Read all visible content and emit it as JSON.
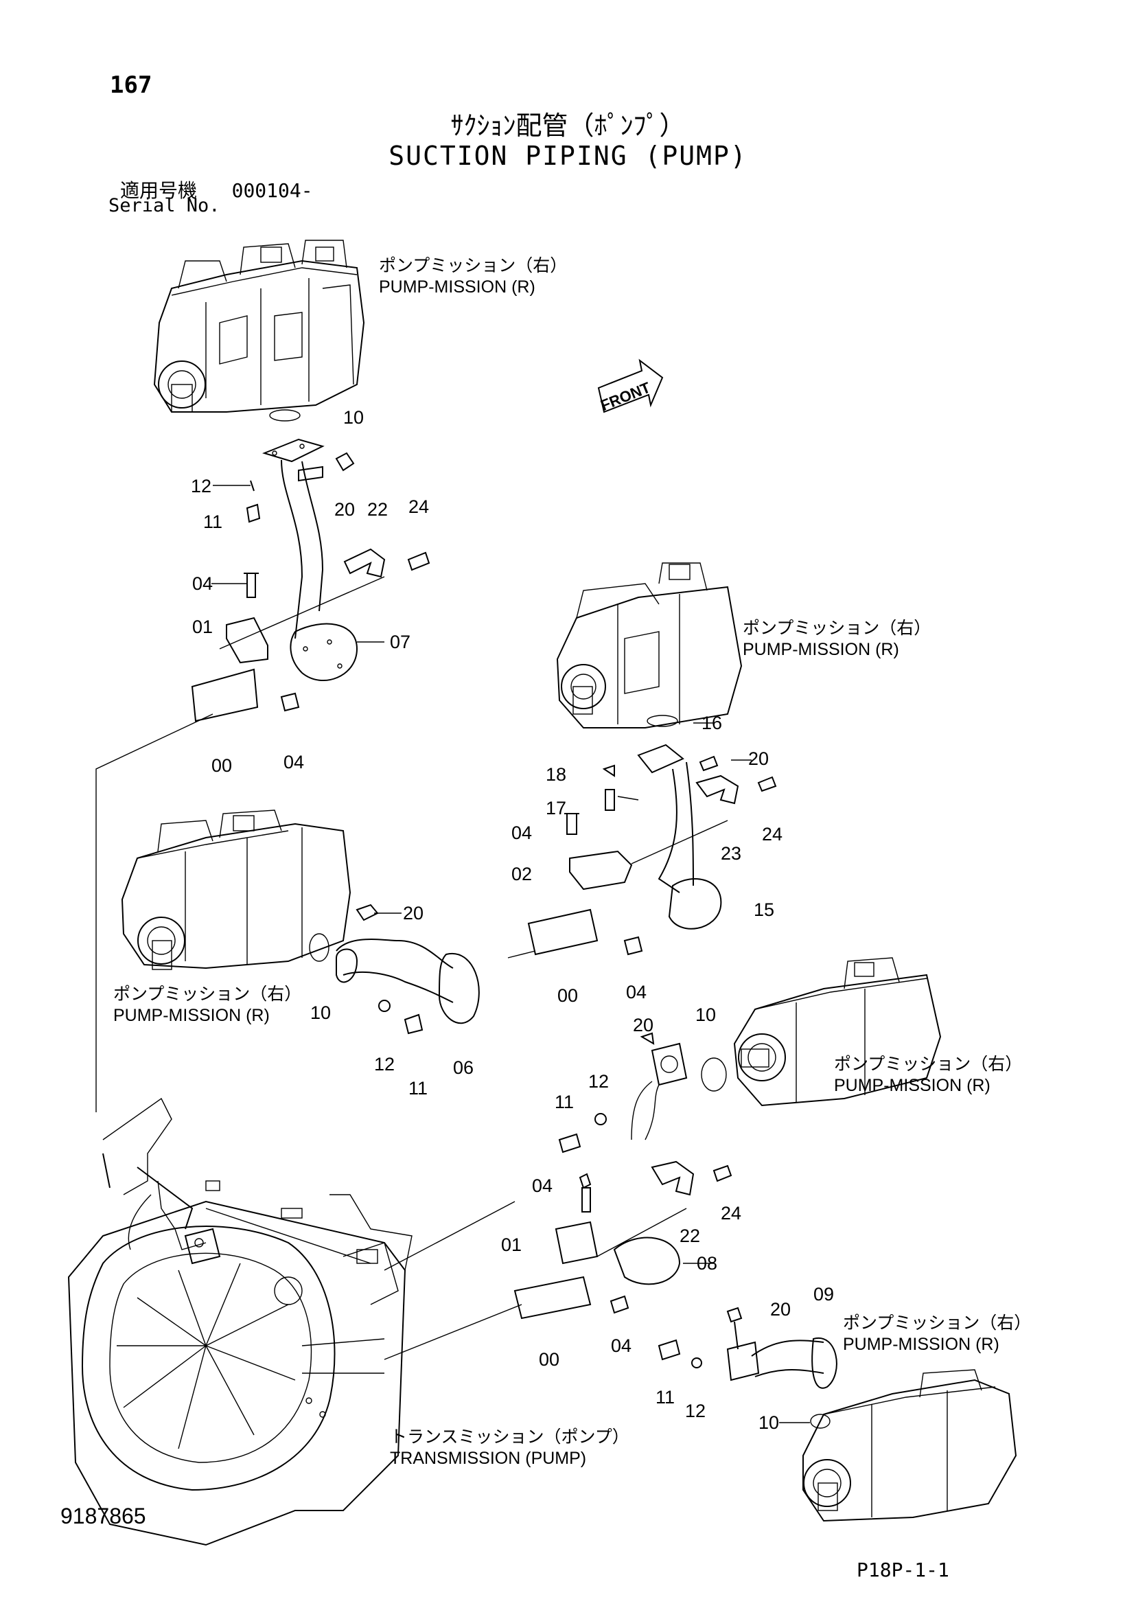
{
  "header": {
    "page_number": "167",
    "title_jp": "ｻｸｼｮﾝ配管（ﾎﾟﾝﾌﾟ）",
    "title_en": "SUCTION PIPING (PUMP)",
    "serial_label_jp": "適用号機",
    "serial_value": "000104-",
    "serial_label_en": "Serial No."
  },
  "footer": {
    "drawing_number": "9187865",
    "sheet_code": "P18P-1-1"
  },
  "front_marker": "FRONT",
  "captions": {
    "pump_mission_jp": "ポンプミッション（右）",
    "pump_mission_en": "PUMP-MISSION (R)",
    "transmission_jp": "トランスミッション（ポンプ）",
    "transmission_en": "TRANSMISSION (PUMP)"
  },
  "callouts": [
    {
      "label": "10"
    },
    {
      "label": "12"
    },
    {
      "label": "11"
    },
    {
      "label": "20"
    },
    {
      "label": "22"
    },
    {
      "label": "24"
    },
    {
      "label": "04"
    },
    {
      "label": "01"
    },
    {
      "label": "07"
    },
    {
      "label": "00"
    },
    {
      "label": "04"
    },
    {
      "label": "16"
    },
    {
      "label": "20"
    },
    {
      "label": "18"
    },
    {
      "label": "17"
    },
    {
      "label": "04"
    },
    {
      "label": "24"
    },
    {
      "label": "23"
    },
    {
      "label": "02"
    },
    {
      "label": "15"
    },
    {
      "label": "00"
    },
    {
      "label": "04"
    },
    {
      "label": "20"
    },
    {
      "label": "10"
    },
    {
      "label": "12"
    },
    {
      "label": "11"
    },
    {
      "label": "06"
    },
    {
      "label": "20"
    },
    {
      "label": "10"
    },
    {
      "label": "12"
    },
    {
      "label": "11"
    },
    {
      "label": "04"
    },
    {
      "label": "24"
    },
    {
      "label": "01"
    },
    {
      "label": "22"
    },
    {
      "label": "08"
    },
    {
      "label": "00"
    },
    {
      "label": "04"
    },
    {
      "label": "09"
    },
    {
      "label": "20"
    },
    {
      "label": "11"
    },
    {
      "label": "12"
    },
    {
      "label": "10"
    }
  ],
  "colors": {
    "ink": "#000000",
    "paper": "#ffffff"
  }
}
